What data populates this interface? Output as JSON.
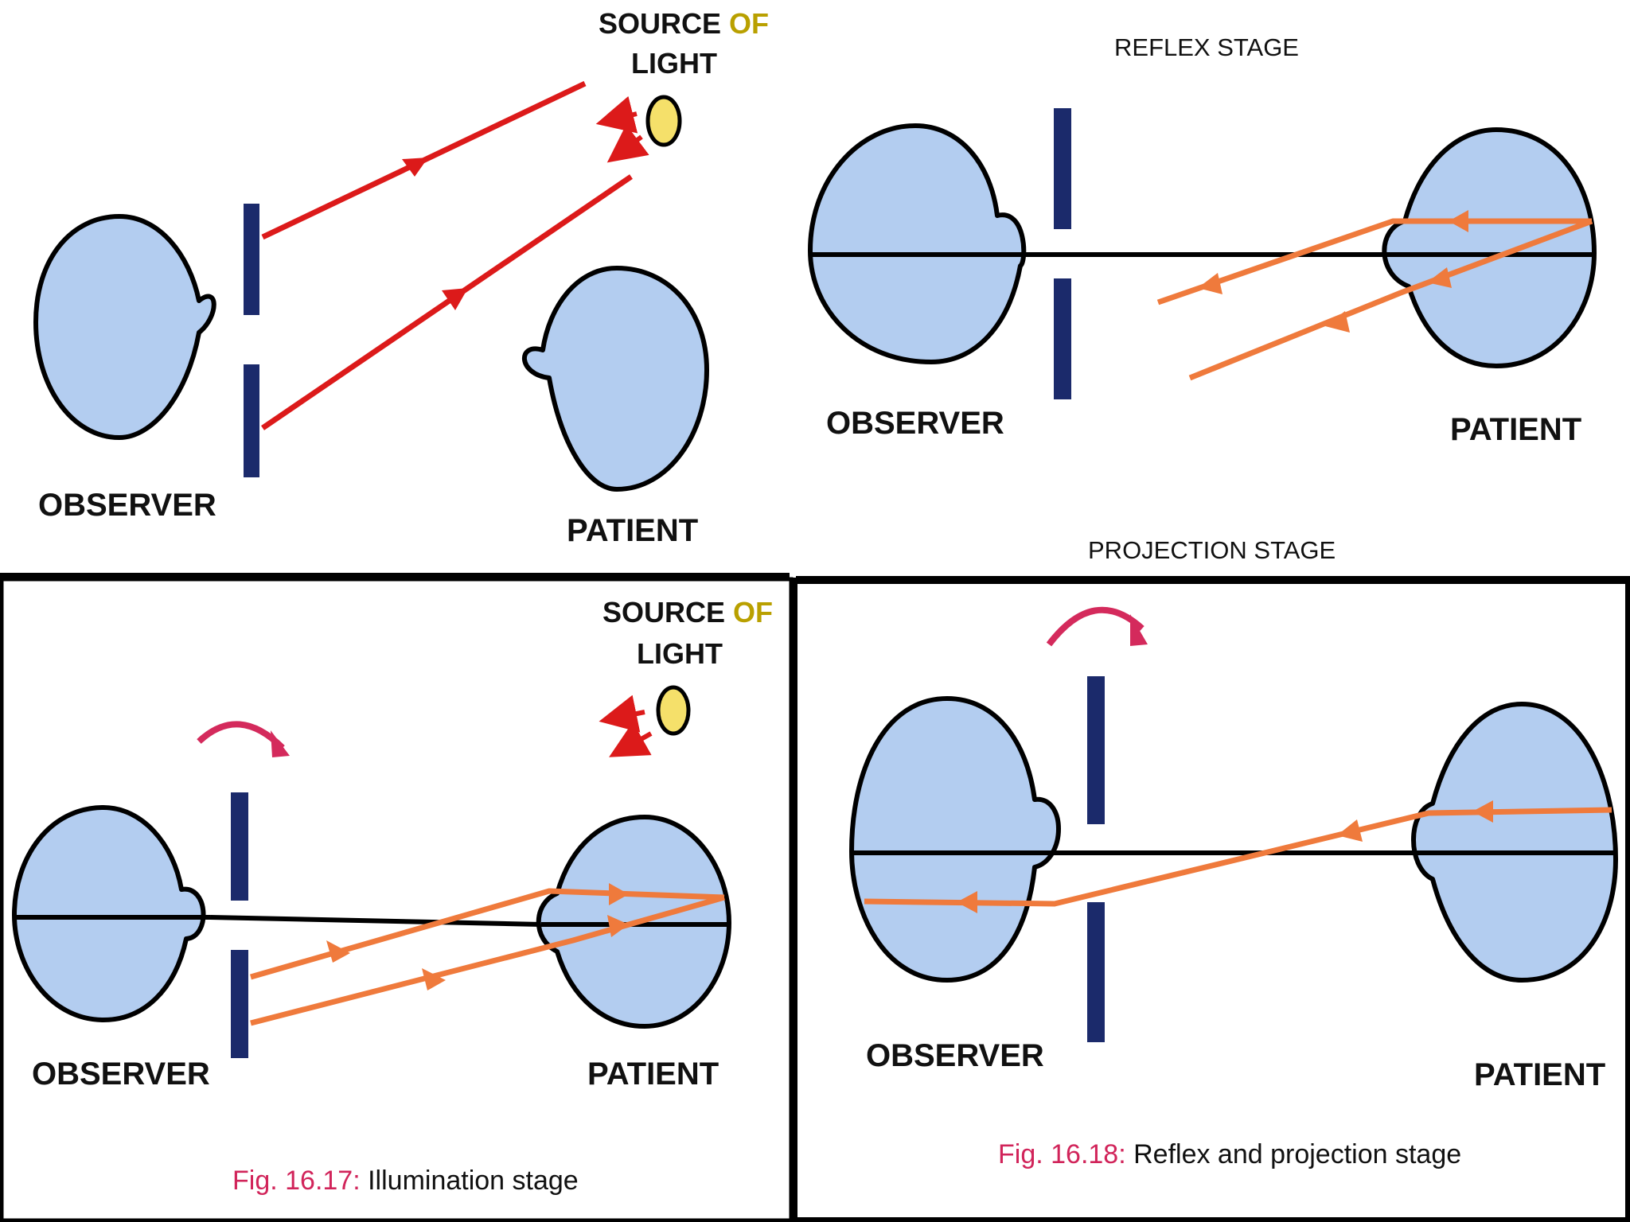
{
  "labels": {
    "observer": "OBSERVER",
    "patient": "PATIENT",
    "source_line1_a": "SOURCE ",
    "source_line1_b": "OF",
    "source_line2": "LIGHT",
    "reflex_stage": "REFLEX STAGE",
    "projection_stage": "PROJECTION STAGE"
  },
  "captions": {
    "fig1_number": "Fig. 16.17:",
    "fig1_text": " Illumination stage",
    "fig2_number": "Fig. 16.18:",
    "fig2_text": " Reflex and projection stage"
  },
  "colors": {
    "eye_fill": "#b3cdf0",
    "ray_red": "#dc1a1a",
    "ray_orange": "#ef7a3c",
    "mirror": "#1b2a6b",
    "bulb": "#f5e06a",
    "rotate_arrow": "#d42a5c",
    "caption_accent": "#d1245a"
  }
}
